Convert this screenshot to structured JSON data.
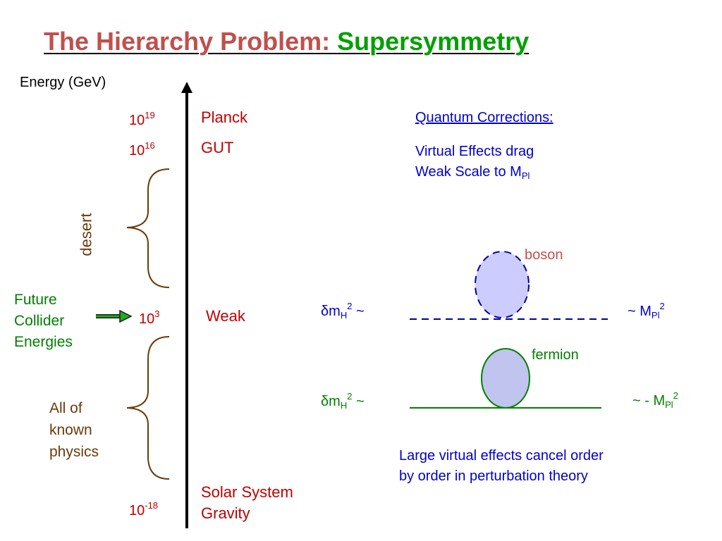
{
  "title": {
    "part1": "The Hierarchy Problem: ",
    "part2": "Supersymmetry"
  },
  "axis_label": "Energy (GeV)",
  "scale_levels": [
    {
      "base": "10",
      "exp": "19",
      "name": "Planck"
    },
    {
      "base": "10",
      "exp": "16",
      "name": "GUT"
    },
    {
      "base": "10",
      "exp": "3",
      "name": "Weak"
    },
    {
      "base": "10",
      "exp": "-18",
      "name_line1": "Solar System",
      "name_line2": "Gravity"
    }
  ],
  "desert_label": "desert",
  "future": {
    "line1": "Future",
    "line2": "Collider",
    "line3": "Energies"
  },
  "known": {
    "line1": "All of",
    "line2": "known",
    "line3": "physics"
  },
  "quantum": {
    "heading": "Quantum Corrections:",
    "line1": "Virtual Effects drag",
    "line2_text": "Weak Scale to M",
    "line2_sub": "Pl"
  },
  "boson": {
    "label": "boson",
    "delta": "δ",
    "mass": "m",
    "sub": "H",
    "sup": "2",
    "tilde": " ~",
    "right_text": "~ M",
    "right_sub": "Pl",
    "right_sup": "2"
  },
  "fermion": {
    "label": "fermion",
    "delta": "δ",
    "mass": "m",
    "sub": "H",
    "sup": "2",
    "tilde": " ~",
    "right_text": "~ - M",
    "right_sub": "Pl",
    "right_sup": "2"
  },
  "cancel": {
    "line1": "Large virtual effects cancel order",
    "line2": "by order in perturbation theory"
  },
  "colors": {
    "title_red": "#c0504d",
    "title_green": "#00a000",
    "boson_fill": "#ccccff",
    "boson_line": "#000099",
    "fermion_fill": "#c0c4ef",
    "fermion_line": "#008000",
    "brace": "#6b3a0a"
  }
}
